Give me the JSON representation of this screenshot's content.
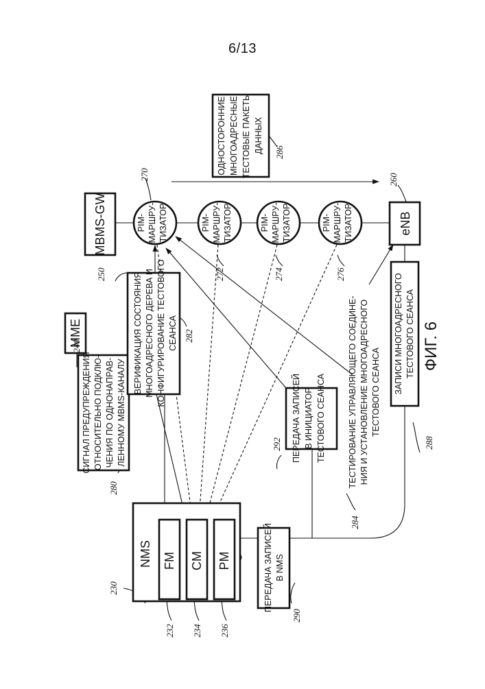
{
  "page": {
    "number": "6/13"
  },
  "figure": {
    "caption": "ФИГ. 6",
    "nms": {
      "label": "NMS",
      "ref": "230",
      "modules": [
        {
          "label": "FM",
          "ref": "232"
        },
        {
          "label": "CM",
          "ref": "234"
        },
        {
          "label": "PM",
          "ref": "236"
        }
      ]
    },
    "mme": {
      "label": "MME",
      "ref": "240"
    },
    "mbms_gw": {
      "label": "MBMS-GW",
      "ref": "250"
    },
    "enb": {
      "label": "eNB",
      "ref": "260"
    },
    "routers": [
      {
        "lines": [
          "PIM-",
          "МАРШРУ-",
          "ТИЗАТОР"
        ],
        "ref": "270"
      },
      {
        "lines": [
          "PIM-",
          "МАРШРУ-",
          "ТИЗАТОР"
        ],
        "ref": "272"
      },
      {
        "lines": [
          "PIM-",
          "МАРШРУ-",
          "ТИЗАТОР"
        ],
        "ref": "274"
      },
      {
        "lines": [
          "PIM-",
          "МАРШРУ-",
          "ТИЗАТОР"
        ],
        "ref": "276"
      }
    ],
    "messages": {
      "m280": {
        "ref": "280",
        "lines": [
          "СИГНАЛ ПРЕДУПРЕЖДЕНИЯ",
          "ОТНОСИТЕЛЬНО ПОДКЛЮ-",
          "ЧЕНИЯ ПО ОДНОНАПРАВ-",
          "ЛЕННОМУ MBMS-КАНАЛУ"
        ]
      },
      "m282": {
        "ref": "282",
        "lines": [
          "ВЕРИФИКАЦИЯ СОСТОЯНИЯ",
          "МНОГОАДРЕСНОГО ДЕРЕВА И",
          "КОНФИГУРИРОВАНИЕ ТЕСТОВОГО",
          "СЕАНСА"
        ]
      },
      "m284": {
        "ref": "284",
        "lines": [
          "ТЕСТИРОВАНИЕ УПРАВЛЯЮЩЕГО СОЕДИНЕ-",
          "НИЯ И УСТАНОВЛЕНИЕ МНОГОАДРЕСНОГО",
          "ТЕСТОВОГО СЕАНСА"
        ]
      },
      "m286": {
        "ref": "286",
        "lines": [
          "ОДНОСТОРОННИЕ",
          "МНОГОАДРЕСНЫЕ",
          "ТЕСТОВЫЕ ПАКЕТЫ",
          "ДАННЫХ"
        ]
      },
      "m288": {
        "ref": "288",
        "lines": [
          "ЗАПИСИ МНОГОАДРЕСНОГО",
          "ТЕСТОВОГО СЕАНСА"
        ]
      },
      "m290": {
        "ref": "290",
        "lines": [
          "ПЕРЕДАЧА ЗАПИСЕЙ",
          "В NMS"
        ]
      },
      "m292": {
        "ref": "292",
        "lines": [
          "ПЕРЕДАЧА ЗАПИСЕЙ",
          "В ИНИЦИАТОР",
          "ТЕСТОВОГО СЕАНСА"
        ]
      }
    }
  }
}
